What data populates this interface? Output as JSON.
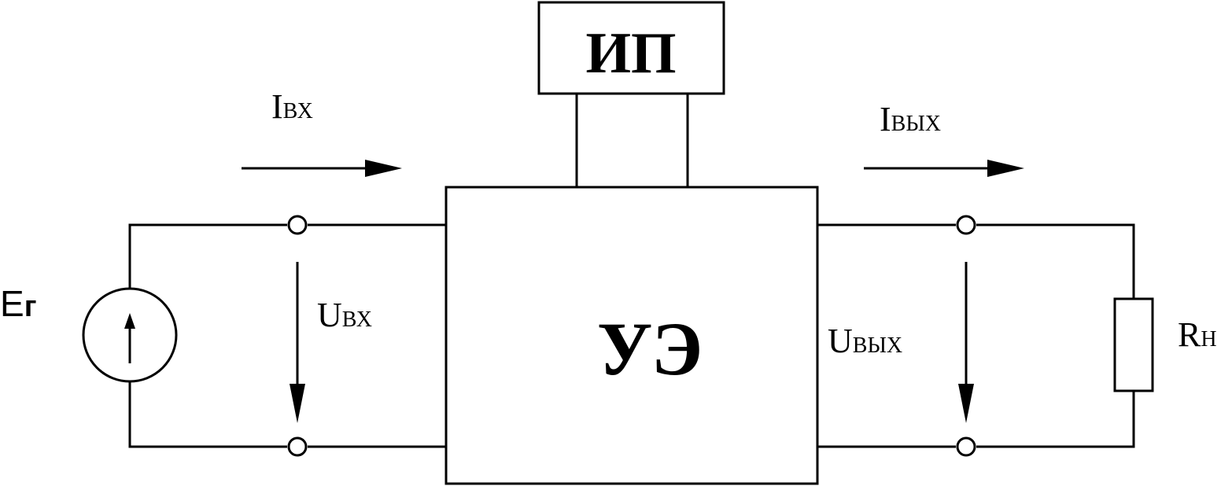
{
  "blocks": {
    "power_supply": "ИП",
    "amplifier": "УЭ"
  },
  "labels": {
    "input_current_main": "I",
    "input_current_sub": "ВХ",
    "output_current_main": "I",
    "output_current_sub": "ВЫХ",
    "input_voltage_main": "U",
    "input_voltage_sub": "ВХ",
    "output_voltage_main": "U",
    "output_voltage_sub": "ВЫХ",
    "source_main": "E",
    "source_sub": "г",
    "load_main": "R",
    "load_sub": "Н"
  }
}
